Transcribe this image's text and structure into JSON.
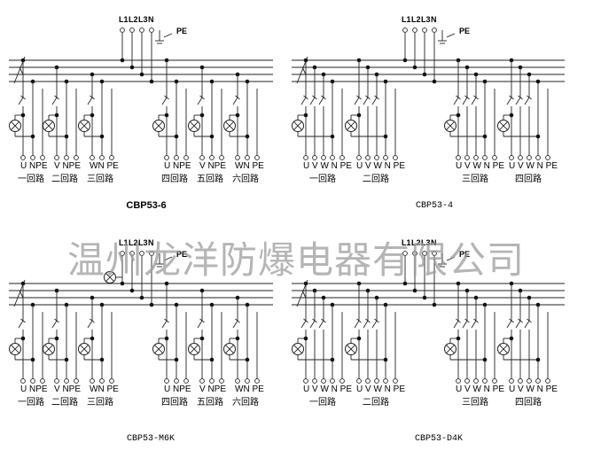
{
  "watermark": "温州龙洋防爆电器有限公司",
  "diagrams": [
    {
      "caption": "CBP53-6",
      "phase_labels": [
        "L1",
        "L2",
        "L3",
        "N"
      ],
      "earth_label": "PE",
      "circuits": [
        {
          "terminals": "U NPE",
          "name": "一回路"
        },
        {
          "terminals": "V NPE",
          "name": "二回路"
        },
        {
          "terminals": "WN PE",
          "name": "三回路"
        },
        {
          "terminals": "U NPE",
          "name": "四回路"
        },
        {
          "terminals": "V NPE",
          "name": "五回路"
        },
        {
          "terminals": "WN PE",
          "name": "六回路"
        }
      ]
    },
    {
      "caption": "CBP53-4",
      "phase_labels": [
        "L1",
        "L2",
        "L3",
        "N"
      ],
      "earth_label": "PE",
      "circuits": [
        {
          "terminals": "U V W N PE",
          "name": "一回路"
        },
        {
          "terminals": "U V W N PE",
          "name": "二回路"
        },
        {
          "terminals": "U V W N PE",
          "name": "三回路"
        },
        {
          "terminals": "U V W N PE",
          "name": "四回路"
        }
      ]
    },
    {
      "caption": "CBP53-M6K",
      "phase_labels": [
        "L1",
        "L2",
        "L3",
        "N"
      ],
      "earth_label": "PE",
      "circuits": [
        {
          "terminals": "U NPE",
          "name": "一回路"
        },
        {
          "terminals": "V NPE",
          "name": "二回路"
        },
        {
          "terminals": "WN PE",
          "name": "三回路"
        },
        {
          "terminals": "U NPE",
          "name": "四回路"
        },
        {
          "terminals": "V NPE",
          "name": "五回路"
        },
        {
          "terminals": "WN PE",
          "name": "六回路"
        }
      ]
    },
    {
      "caption": "CBP53-D4K",
      "phase_labels": [
        "L1",
        "L2",
        "L3",
        "N"
      ],
      "earth_label": "PE",
      "circuits": [
        {
          "terminals": "U V W N PE",
          "name": "一回路"
        },
        {
          "terminals": "U V W N PE",
          "name": "二回路"
        },
        {
          "terminals": "U V W N PE",
          "name": "三回路"
        },
        {
          "terminals": "U V W N PE",
          "name": "四回路"
        }
      ]
    }
  ]
}
